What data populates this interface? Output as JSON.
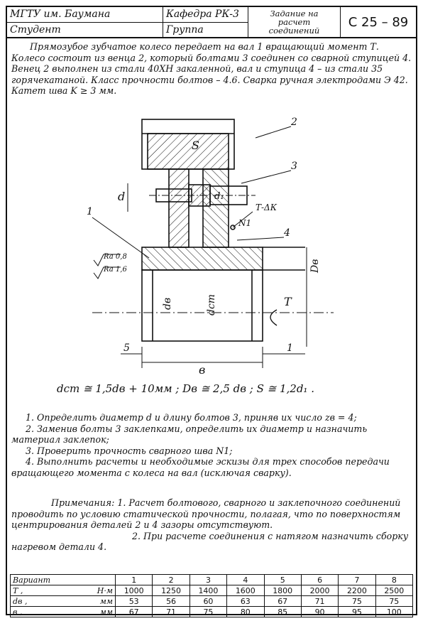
{
  "header": {
    "university": "МГТУ им. Баумана",
    "department": "Кафедра РК-3",
    "task_title": "Задание на\nрасчет\nсоединений",
    "code": "С 25 – 89",
    "student_label": "Студент",
    "group_label": "Группа"
  },
  "intro_text": "Прямозубое зубчатое колесо передает на вал 1 вращающий момент Т. Колесо состоит из венца 2, который болтами 3 соединен со сварной ступицей 4. Венец 2 выполнен из стали 40ХН закаленной, вал и ступица 4 – из стали 35 горячекатаной. Класс прочности болтов – 4.6. Сварка ручная электродами Э 42. Катет шва K ≥ 3 мм.",
  "drawing_labels": {
    "part2": "2",
    "part3": "3",
    "part4": "4",
    "part1": "1",
    "s": "S",
    "d": "d",
    "d1": "d₁",
    "weld": "Т-ΔК",
    "n1": "N1",
    "ra1": "Ra 0,8",
    "ra2": "Ra 1,6",
    "dv": "dв",
    "dst": "dст",
    "Dv": "Dв",
    "T": "T",
    "dim5": "5",
    "dim1": "1",
    "b": "в"
  },
  "formula": "dст ≅ 1,5dв + 10мм ;     Dв ≅ 2,5 dв ;     S ≅ 1,2d₁ .",
  "tasks": [
    "1. Определить диаметр d и длину болтов 3, приняв их число zв = 4;",
    "2. Заменив болты 3 заклепками, определить их диаметр и назначить материал заклепок;",
    "3. Проверить прочность сварного шва N1;",
    "4. Выполнить расчеты и необходимые эскизы для трех способов передачи вращающего момента с колеса на вал (исключая сварку)."
  ],
  "notes": {
    "n1": "Примечания: 1. Расчет болтового, сварного и заклепочного соединений проводить по условию статической прочности, полагая, что по поверхностям центрирования деталей 2 и 4 зазоры отсутствуют.",
    "n2": "2. При расчете соединения с натягом назначить сборку нагревом детали 4."
  },
  "table": {
    "header_label": "Вариант",
    "variants": [
      "1",
      "2",
      "3",
      "4",
      "5",
      "6",
      "7",
      "8"
    ],
    "rows": [
      {
        "label": "T ,",
        "unit": "Н·м",
        "values": [
          "1000",
          "1250",
          "1400",
          "1600",
          "1800",
          "2000",
          "2200",
          "2500"
        ]
      },
      {
        "label": "dв ,",
        "unit": "мм",
        "values": [
          "53",
          "56",
          "60",
          "63",
          "67",
          "71",
          "75",
          "75"
        ]
      },
      {
        "label": "в ,",
        "unit": "мм",
        "values": [
          "67",
          "71",
          "75",
          "80",
          "85",
          "90",
          "95",
          "100"
        ]
      }
    ]
  }
}
